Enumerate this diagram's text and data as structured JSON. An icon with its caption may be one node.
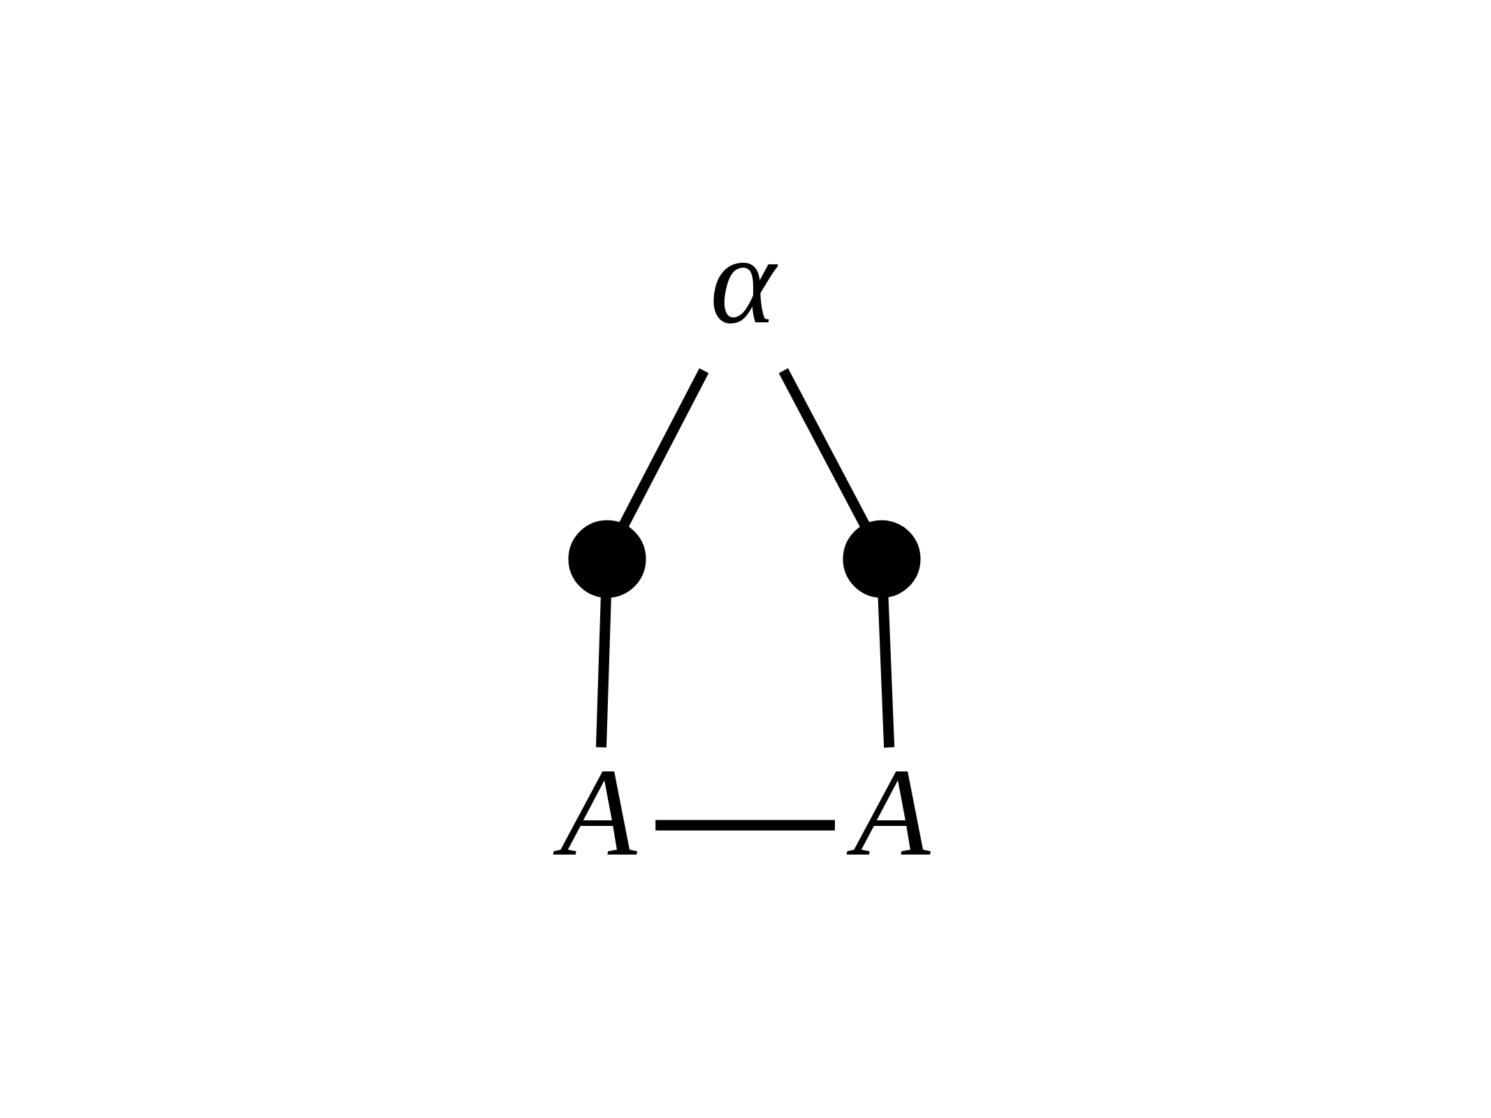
{
  "diagram": {
    "nodes": [
      {
        "text": [
          "α"
        ]
      },
      {
        "text": [],
        "shape": "circle"
      },
      {
        "text": [],
        "shape": "circle"
      },
      {
        "text": [
          "A"
        ]
      },
      {
        "text": [
          "A"
        ]
      }
    ],
    "edges": [
      {
        "from": 0,
        "to": 1,
        "arrow": "none"
      },
      {
        "from": 1,
        "to": 3,
        "arrow": "none"
      },
      {
        "from": 3,
        "to": 4,
        "arrow": "none"
      },
      {
        "from": 4,
        "to": 2,
        "arrow": "none"
      },
      {
        "from": 2,
        "to": 0,
        "arrow": "none"
      }
    ]
  }
}
